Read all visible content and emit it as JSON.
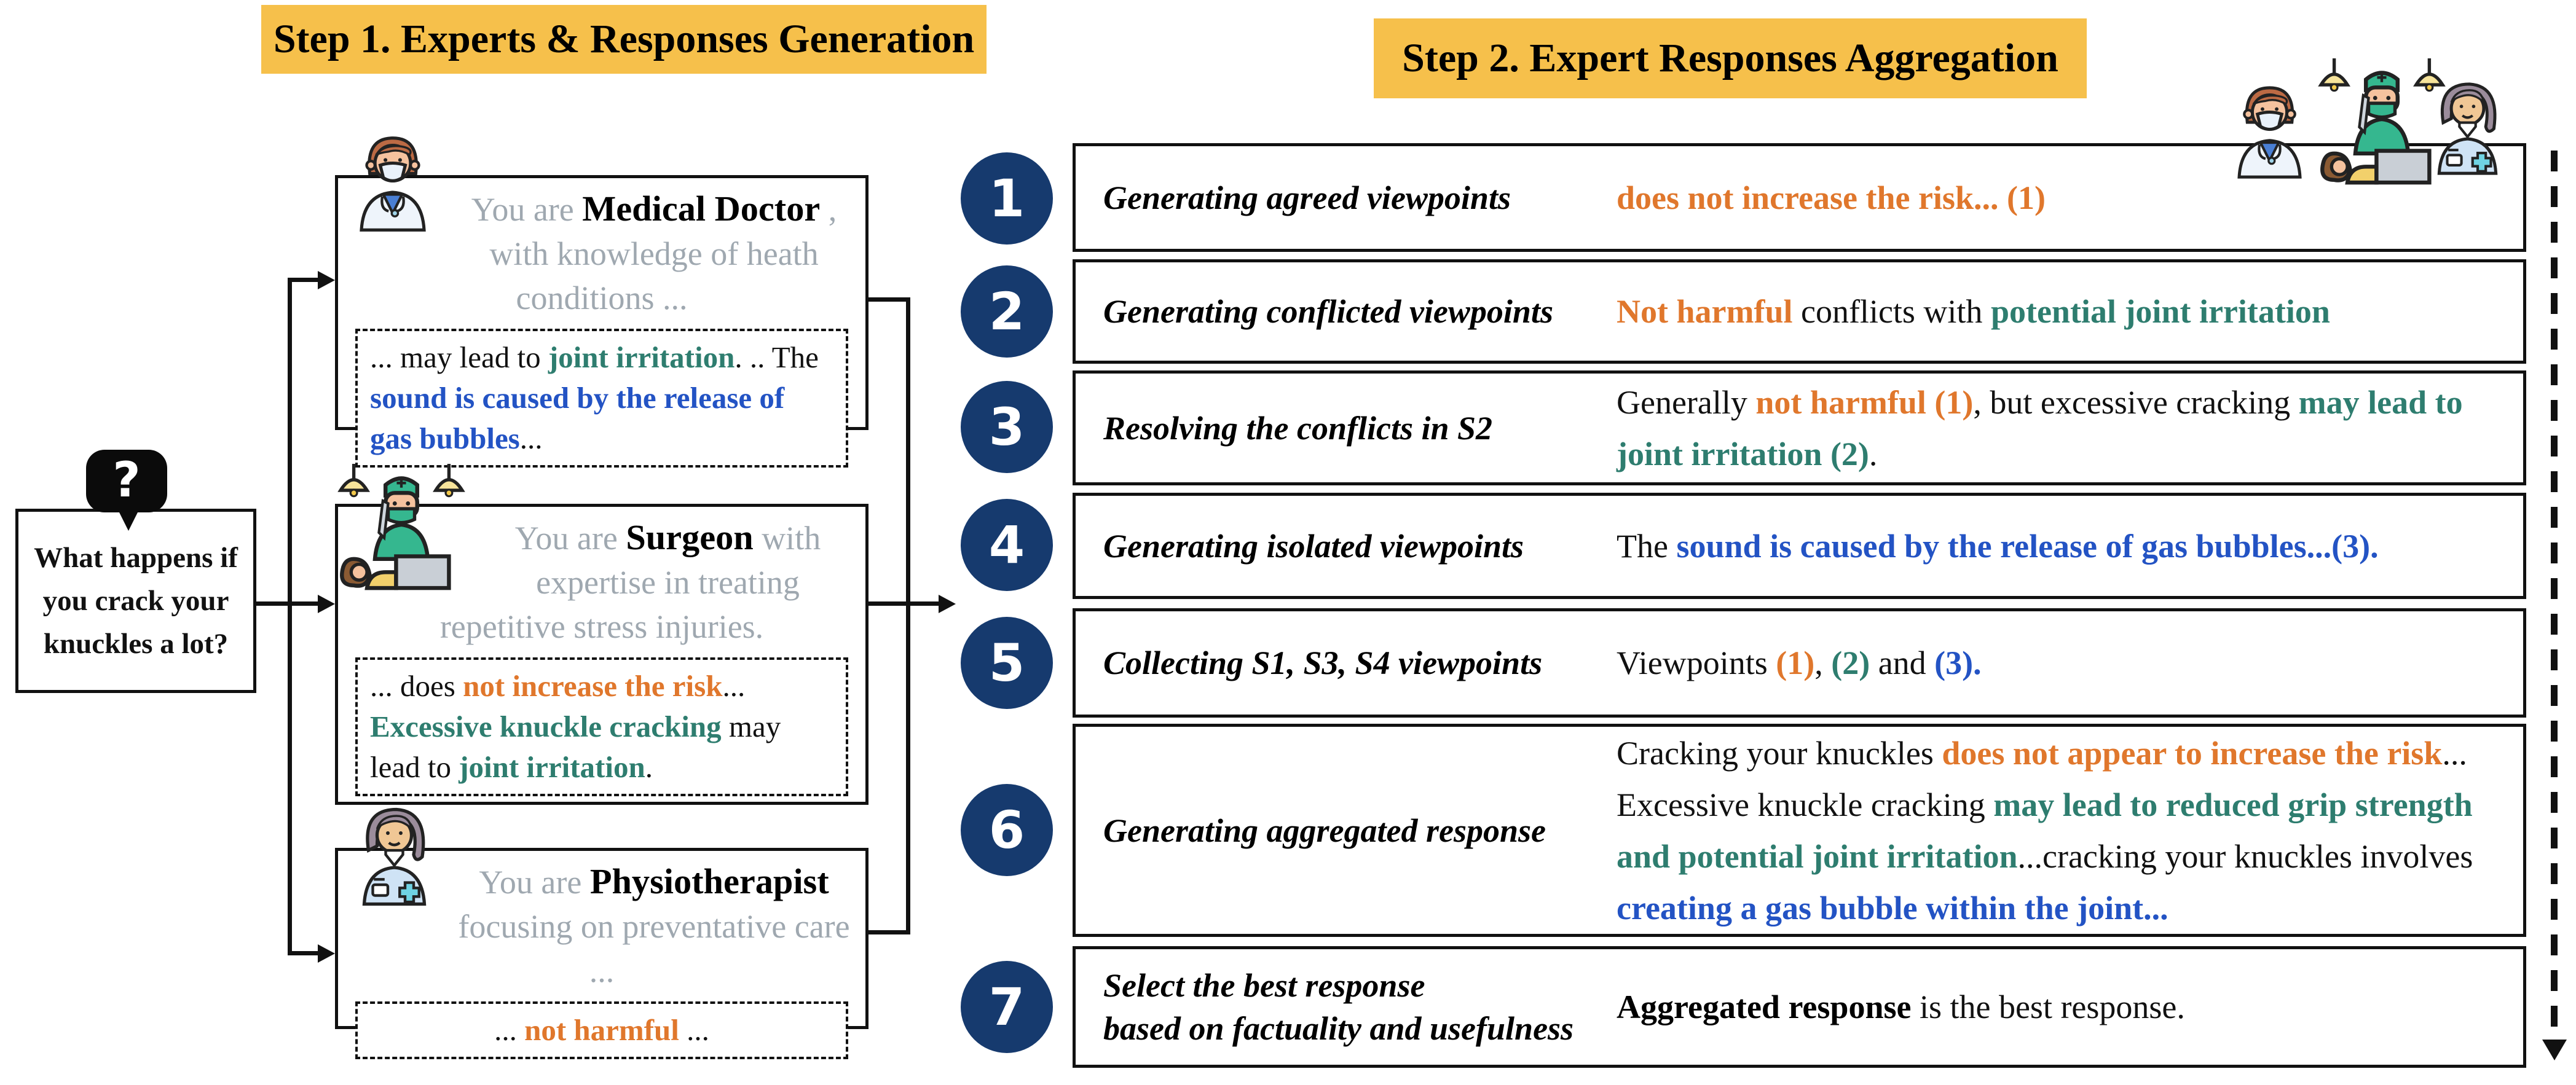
{
  "step1": {
    "title": "Step 1. Experts & Responses Generation",
    "question": {
      "icon": "question-mark-speech-bubble-icon",
      "mark": "?",
      "text": "What happens if you crack your knuckles a lot?"
    },
    "experts": [
      {
        "icon": "medical-doctor-icon",
        "prompt": [
          [
            "gray",
            "You are "
          ],
          [
            "name",
            "Medical Doctor"
          ],
          [
            "gray",
            " , with knowledge of heath conditions ..."
          ]
        ],
        "response": [
          [
            "black",
            "... may lead to "
          ],
          [
            "teal",
            "joint irritation"
          ],
          [
            "black",
            ". .. The "
          ],
          [
            "blue",
            "sound is caused by the release of gas bubbles"
          ],
          [
            "black",
            "..."
          ]
        ]
      },
      {
        "icon": "surgeon-icon",
        "prompt": [
          [
            "gray",
            "You are "
          ],
          [
            "name",
            "Surgeon"
          ],
          [
            "gray",
            " with expertise in treating repetitive stress injuries."
          ]
        ],
        "response": [
          [
            "black",
            "... does "
          ],
          [
            "orange",
            "not increase the risk"
          ],
          [
            "black",
            "... "
          ],
          [
            "teal",
            "Excessive knuckle cracking"
          ],
          [
            "black",
            " may lead to "
          ],
          [
            "teal",
            "joint irritation"
          ],
          [
            "black",
            "."
          ]
        ]
      },
      {
        "icon": "physiotherapist-icon",
        "prompt": [
          [
            "gray",
            "You are "
          ],
          [
            "name",
            "Physiotherapist"
          ],
          [
            "gray",
            " focusing on preventative care ..."
          ]
        ],
        "response": [
          [
            "black",
            "... "
          ],
          [
            "orange",
            "not harmful"
          ],
          [
            "black",
            " ..."
          ]
        ]
      }
    ]
  },
  "step2": {
    "title": "Step 2. Expert Responses Aggregation",
    "top_icons": [
      "medical-doctor-icon",
      "surgeon-icon",
      "physiotherapist-icon"
    ],
    "rows": [
      {
        "num": "1",
        "label": "Generating agreed viewpoints",
        "label2": "",
        "content": [
          [
            "orange",
            "does not increase the risk... (1)"
          ]
        ]
      },
      {
        "num": "2",
        "label": "Generating conflicted viewpoints",
        "label2": "",
        "content": [
          [
            "orange",
            "Not harmful"
          ],
          [
            "black",
            " conflicts with "
          ],
          [
            "teal",
            "potential joint irritation"
          ]
        ]
      },
      {
        "num": "3",
        "label": "Resolving the conflicts in S2",
        "label2": "",
        "content": [
          [
            "black",
            "Generally "
          ],
          [
            "orange",
            "not harmful (1)"
          ],
          [
            "black",
            ", but excessive cracking "
          ],
          [
            "teal",
            "may lead to joint irritation (2)"
          ],
          [
            "black",
            "."
          ]
        ]
      },
      {
        "num": "4",
        "label": "Generating isolated viewpoints",
        "label2": "",
        "content": [
          [
            "black",
            "The "
          ],
          [
            "blue",
            "sound is caused by the release of gas bubbles...(3)."
          ]
        ]
      },
      {
        "num": "5",
        "label": "Collecting S1, S3, S4 viewpoints",
        "label2": "",
        "content": [
          [
            "black",
            "Viewpoints "
          ],
          [
            "orange",
            "(1)"
          ],
          [
            "black",
            ", "
          ],
          [
            "teal",
            "(2)"
          ],
          [
            "black",
            " and "
          ],
          [
            "blue",
            "(3)."
          ]
        ]
      },
      {
        "num": "6",
        "label": "Generating aggregated response",
        "label2": "",
        "content": [
          [
            "black",
            "Cracking your knuckles "
          ],
          [
            "orange",
            "does not appear to increase the risk"
          ],
          [
            "black",
            "... Excessive knuckle cracking "
          ],
          [
            "teal",
            "may lead to reduced grip strength and potential joint irritation"
          ],
          [
            "black",
            "...cracking your knuckles involves "
          ],
          [
            "blue",
            "creating a gas bubble within the joint..."
          ]
        ]
      },
      {
        "num": "7",
        "label": "Select the best response",
        "label2": "based on factuality and usefulness",
        "content": [
          [
            "boldblack",
            "Aggregated response"
          ],
          [
            "black",
            " is the best response."
          ]
        ]
      }
    ]
  },
  "colors": {
    "title_background": "#f6c04b",
    "circle_navy": "#163a6e",
    "orange": "#e0772c",
    "teal": "#2e7d6f",
    "blue": "#2353c4",
    "gray_text": "#9fa8b0",
    "line_black": "#111111"
  }
}
